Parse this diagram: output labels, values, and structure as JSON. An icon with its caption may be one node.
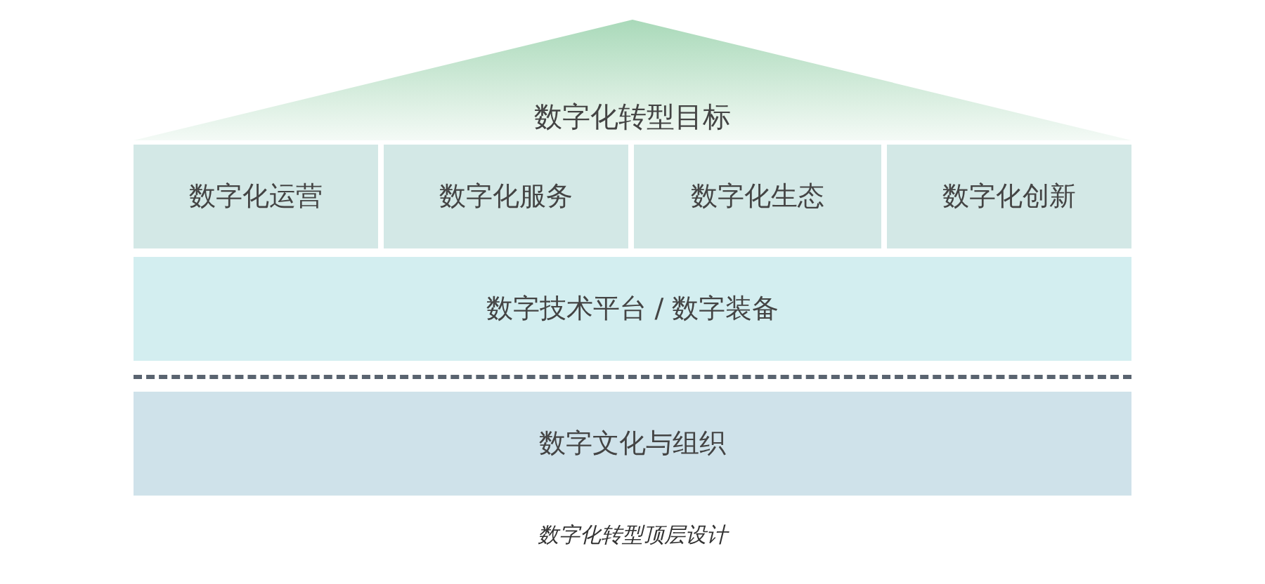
{
  "diagram": {
    "caption": "数字化转型顶层设计",
    "nodes": [
      {
        "text": [
          "数字化转型目标"
        ]
      },
      {
        "text": [
          "数字化运营"
        ]
      },
      {
        "text": [
          "数字化服务"
        ]
      },
      {
        "text": [
          "数字化生态"
        ]
      },
      {
        "text": [
          "数字化创新"
        ]
      },
      {
        "text": [
          "数字技术平台 / 数字装备"
        ]
      },
      {
        "text": [
          "数字文化与组织"
        ]
      }
    ]
  }
}
